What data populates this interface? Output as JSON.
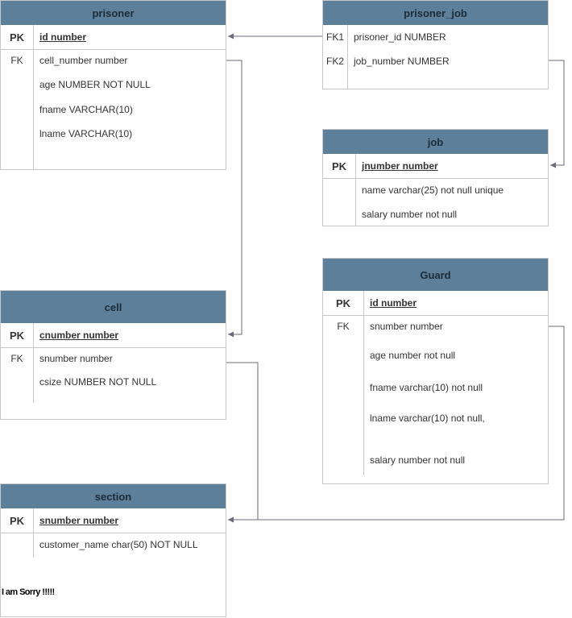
{
  "entities": {
    "prisoner": {
      "title": "prisoner",
      "pk_label": "PK",
      "pk_attr": "id number",
      "fk_label": "FK",
      "attrs": [
        "cell_number number",
        "age NUMBER NOT NULL",
        "fname VARCHAR(10)",
        "lname VARCHAR(10)"
      ]
    },
    "prisoner_job": {
      "title": "prisoner_job",
      "fk1_label": "FK1",
      "fk1_attr": "prisoner_id NUMBER",
      "fk2_label": "FK2",
      "fk2_attr": "job_number NUMBER"
    },
    "job": {
      "title": "job",
      "pk_label": "PK",
      "pk_attr": "jnumber number",
      "attrs": [
        "name varchar(25) not null unique",
        "salary number not null"
      ]
    },
    "cell": {
      "title": "cell",
      "pk_label": "PK",
      "pk_attr": "cnumber number",
      "fk_label": "FK",
      "attrs": [
        "snumber number",
        "csize NUMBER NOT NULL"
      ]
    },
    "guard": {
      "title": "Guard",
      "pk_label": "PK",
      "pk_attr": "id number",
      "fk_label": "FK",
      "attrs": [
        "snumber number",
        "age number not null",
        "fname varchar(10) not null",
        "lname varchar(10) not null,",
        "salary number not null"
      ]
    },
    "section": {
      "title": "section",
      "pk_label": "PK",
      "pk_attr": "snumber number",
      "attrs": [
        "customer_name char(50) NOT NULL"
      ]
    }
  },
  "note": "I am Sorry !!!!!",
  "colors": {
    "header": "#5d7f99",
    "line": "#6b6b7b",
    "border": "#c8c8c8"
  }
}
